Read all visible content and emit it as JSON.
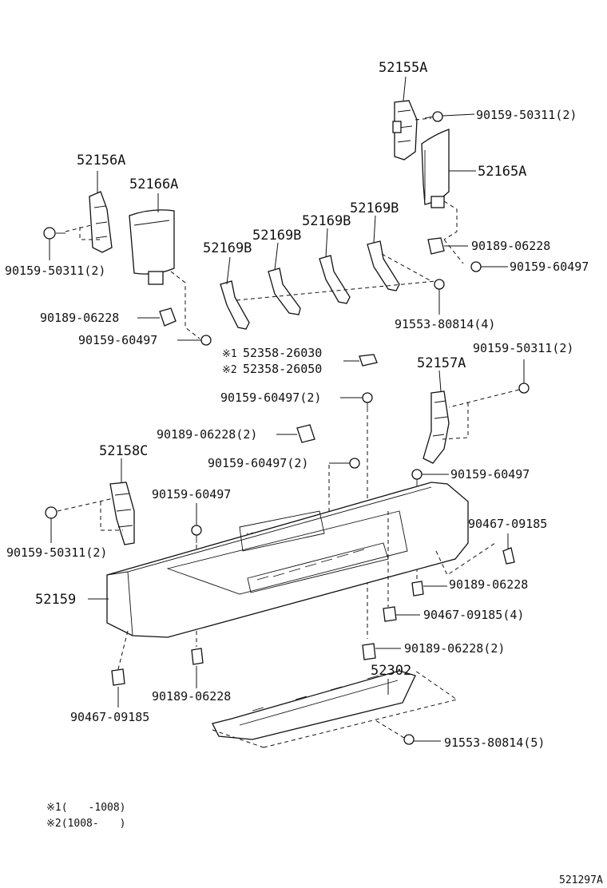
{
  "diagram_id": "521297A",
  "labels": {
    "l52155A": "52155A",
    "l90159_50311_2_top": "90159-50311(2)",
    "l52165A": "52165A",
    "l52156A": "52156A",
    "l52166A": "52166A",
    "l52169B_a": "52169B",
    "l52169B_b": "52169B",
    "l52169B_c": "52169B",
    "l52169B_d": "52169B",
    "l90189_06228_right": "90189-06228",
    "l90159_60497_right": "90159-60497",
    "l90159_50311_2_left": "90159-50311(2)",
    "l91553_80814_4": "91553-80814(4)",
    "l90189_06228_left": "90189-06228",
    "l90159_60497_left": "90159-60497",
    "l52358_26030": "52358-26030",
    "l52358_26050": "52358-26050",
    "mark1": "※1",
    "mark2": "※2",
    "l90159_50311_2_mid": "90159-50311(2)",
    "l52157A": "52157A",
    "l90159_60497_2_a": "90159-60497(2)",
    "l90189_06228_2_a": "90189-06228(2)",
    "l90159_60497_2_b": "90159-60497(2)",
    "l52158C": "52158C",
    "l90159_60497_r2": "90159-60497",
    "l90159_60497_c": "90159-60497",
    "l90467_09185_r": "90467-09185",
    "l90159_50311_2_low": "90159-50311(2)",
    "l90189_06228_r2": "90189-06228",
    "l52159": "52159",
    "l90467_09185_4": "90467-09185(4)",
    "l90189_06228_2_b": "90189-06228(2)",
    "l52302": "52302",
    "l90189_06228_low": "90189-06228",
    "l90467_09185_low": "90467-09185",
    "l91553_80814_5": "91553-80814(5)",
    "note1": "※1(　　-1008)",
    "note2": "※2(1008-　　)"
  }
}
